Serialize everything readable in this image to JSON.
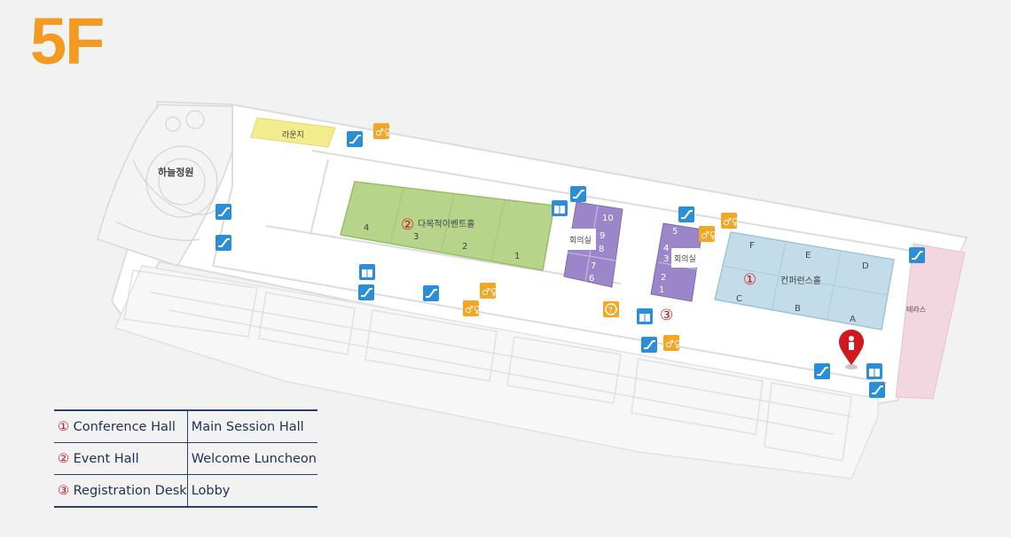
{
  "floor": "5F",
  "areas": {
    "sky_garden": "하늘정원",
    "lounge": "라운지",
    "multipurpose_hall": "다목적이벤트홀",
    "meeting_room_a": "회의실",
    "meeting_room_b": "회의실",
    "conference_hall": "컨퍼런스홀",
    "terrace": "테라스"
  },
  "markers": {
    "m1": "①",
    "m2": "②",
    "m3": "③"
  },
  "hall_sections": [
    "4",
    "3",
    "2",
    "1"
  ],
  "conf_sections": [
    "F",
    "E",
    "D",
    "C",
    "B",
    "A"
  ],
  "room_numbers_a": [
    "10",
    "9",
    "8",
    "7",
    "6"
  ],
  "room_numbers_b": [
    "5",
    "4",
    "3",
    "2",
    "1"
  ],
  "colors": {
    "accent": "#f39a21",
    "marker_red": "#d0191f",
    "event_hall_green": "#b7d58a",
    "meeting_purple": "#9b86c9",
    "conference_blue": "#c3dcea",
    "lounge_yellow": "#f3ec8e",
    "terrace_pink": "#f3d7e0",
    "icon_blue": "#2a8fd8",
    "icon_orange": "#f5a623",
    "legend_navy": "#2a3f6b"
  },
  "legend": [
    {
      "num": "①",
      "name": "Conference Hall",
      "use": "Main Session Hall"
    },
    {
      "num": "②",
      "name": "Event Hall",
      "use": "Welcome Luncheon"
    },
    {
      "num": "③",
      "name": "Registration Desk",
      "use": "Lobby"
    }
  ],
  "icons": [
    "escalator-icon",
    "restroom-icon",
    "elevator-icon",
    "information-icon",
    "you-are-here-pin-icon"
  ]
}
